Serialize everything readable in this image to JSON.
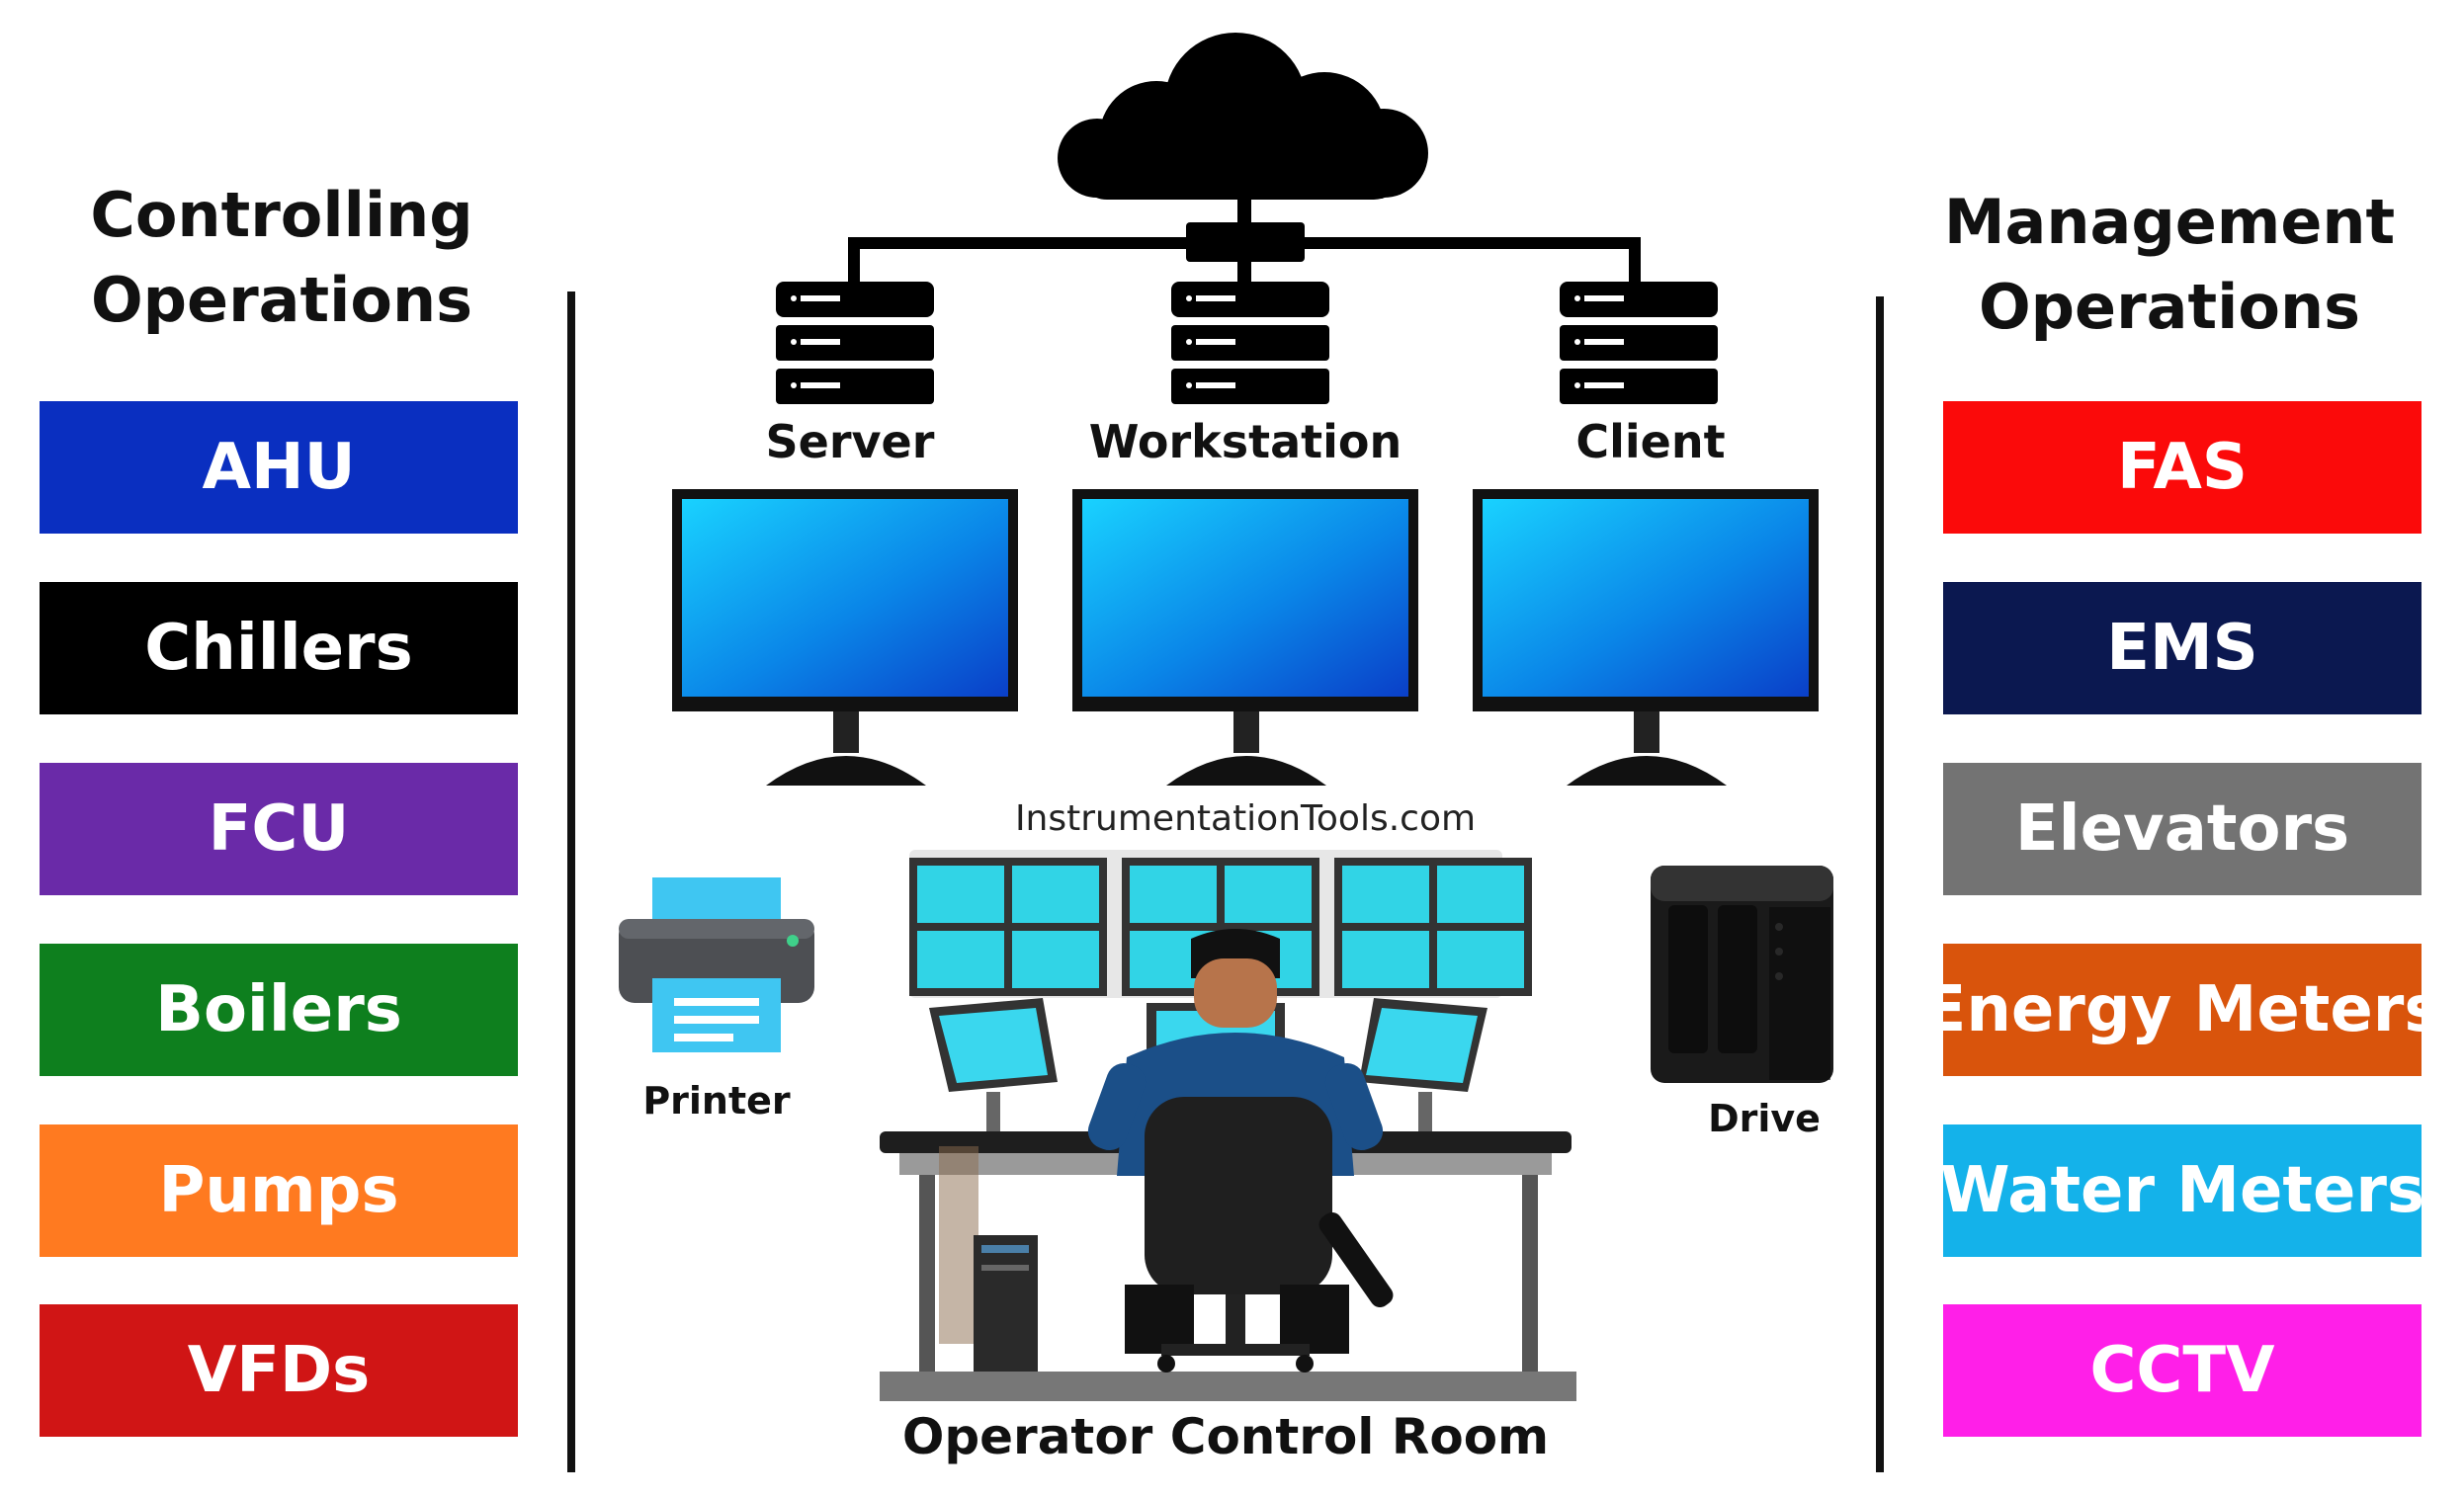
{
  "left": {
    "heading": "Controlling\nOperations",
    "items": [
      {
        "label": "AHU",
        "color": "#0a2fc0"
      },
      {
        "label": "Chillers",
        "color": "#000000"
      },
      {
        "label": "FCU",
        "color": "#6a2aa8"
      },
      {
        "label": "Boilers",
        "color": "#0e7f1e"
      },
      {
        "label": "Pumps",
        "color": "#ff7a20"
      },
      {
        "label": "VFDs",
        "color": "#d01515"
      }
    ]
  },
  "right": {
    "heading": "Management\nOperations",
    "items": [
      {
        "label": "FAS",
        "color": "#fb0a0a"
      },
      {
        "label": "EMS",
        "color": "#0b1850"
      },
      {
        "label": "Elevators",
        "color": "#737373"
      },
      {
        "label": "Energy Meters",
        "color": "#d9540c"
      },
      {
        "label": "Water Meters",
        "color": "#14b2ea"
      },
      {
        "label": "CCTV",
        "color": "#ff1fe8"
      }
    ]
  },
  "network": {
    "servers": [
      {
        "label": "Server",
        "icon": "server-icon"
      },
      {
        "label": "Workstation",
        "icon": "server-icon"
      },
      {
        "label": "Client",
        "icon": "server-icon"
      }
    ],
    "cloud_icon": "cloud-icon",
    "monitor_icon": "monitor-icon"
  },
  "watermark": "InstrumentationTools.com",
  "devices": {
    "printer": "Printer",
    "drive": "Drive"
  },
  "footer": "Operator Control Room"
}
